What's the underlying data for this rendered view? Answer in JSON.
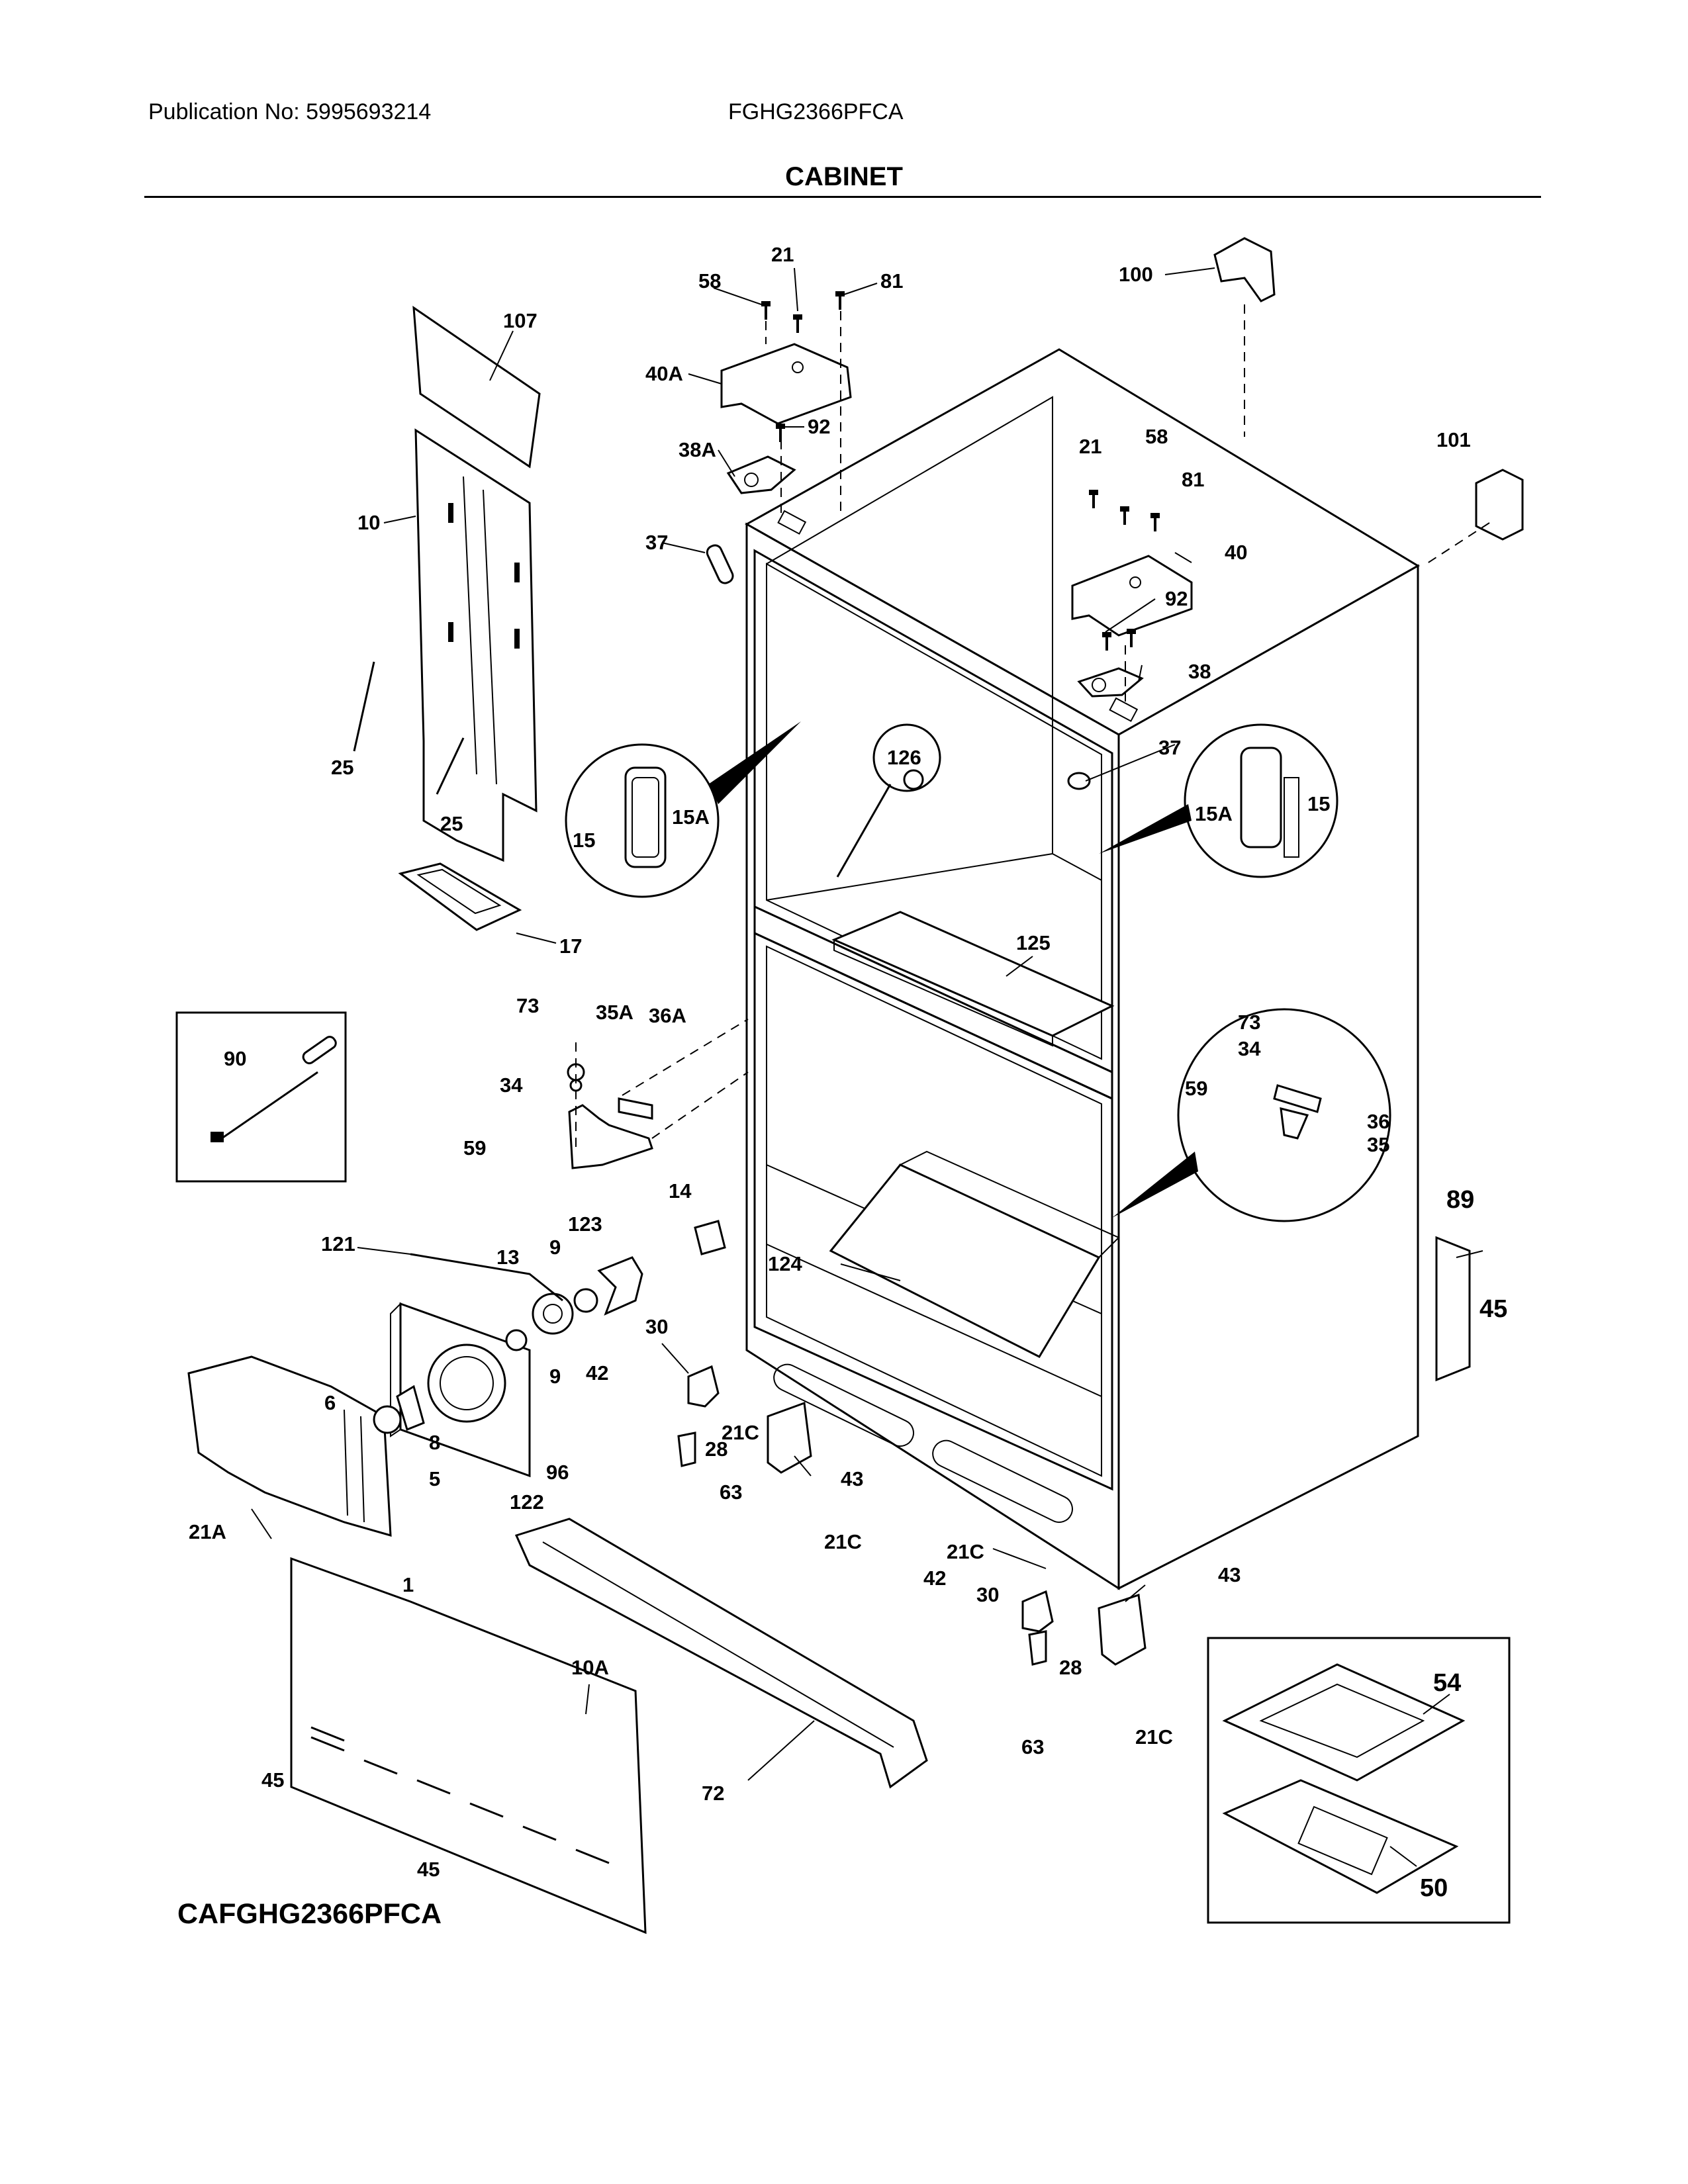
{
  "header": {
    "publication": "Publication No: 5995693214",
    "model": "FGHG2366PFCA",
    "title": "CABINET"
  },
  "footer": {
    "code": "CAFGHG2366PFCA"
  },
  "callouts": {
    "c1": "58",
    "c2": "21",
    "c3": "81",
    "c4": "100",
    "c5": "107",
    "c6": "40A",
    "c7": "92",
    "c8": "38A",
    "c9": "10",
    "c10": "21",
    "c11": "58",
    "c12": "101",
    "c13": "81",
    "c14": "37",
    "c15": "40",
    "c16": "92",
    "c17": "38",
    "c18": "126",
    "c19": "37",
    "c20": "25",
    "c21": "15",
    "c22": "15A",
    "c23": "15A",
    "c24": "15",
    "c25": "25",
    "c26": "17",
    "c27": "125",
    "c28": "73",
    "c29": "35A",
    "c30": "36A",
    "c31": "90",
    "c32": "73",
    "c33": "34",
    "c34": "34",
    "c35": "59",
    "c36": "59",
    "c37": "36",
    "c38": "35",
    "c39": "14",
    "c40": "89",
    "c41": "123",
    "c42": "121",
    "c43": "13",
    "c44": "9",
    "c45": "124",
    "c46": "45",
    "c47": "30",
    "c48": "9",
    "c49": "42",
    "c50": "6",
    "c51": "8",
    "c52": "96",
    "c53": "21C",
    "c54": "28",
    "c55": "43",
    "c56": "5",
    "c57": "63",
    "c58": "122",
    "c59": "21A",
    "c60": "21C",
    "c61": "21C",
    "c62": "43",
    "c63": "1",
    "c64": "42",
    "c65": "30",
    "c66": "10A",
    "c67": "54",
    "c68": "28",
    "c69": "45",
    "c70": "63",
    "c71": "21C",
    "c72": "72",
    "c73": "45",
    "c74": "50"
  }
}
